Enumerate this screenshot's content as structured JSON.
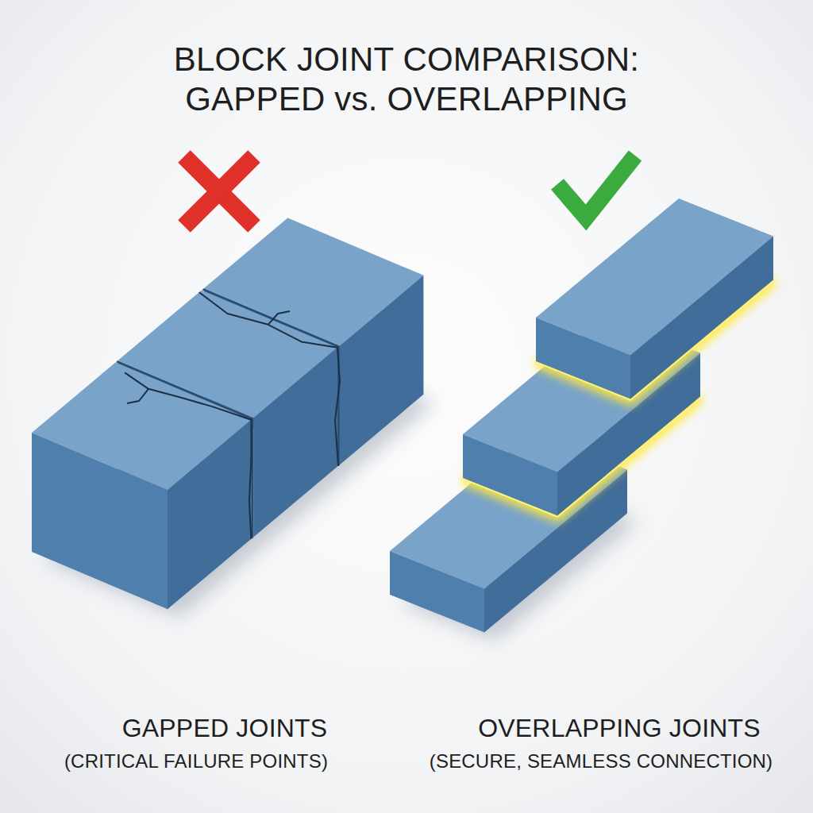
{
  "diagram": {
    "title": "BLOCK JOINT COMPARISON: GAPPED vs. OVERLAPPING",
    "labels": [
      "GAPPED JOINTS",
      "(CRITICAL FAILURE POINTS)",
      "OVERLAPPING JOINTS",
      "(SECURE, SEAMLESS CONNECTION)"
    ]
  }
}
